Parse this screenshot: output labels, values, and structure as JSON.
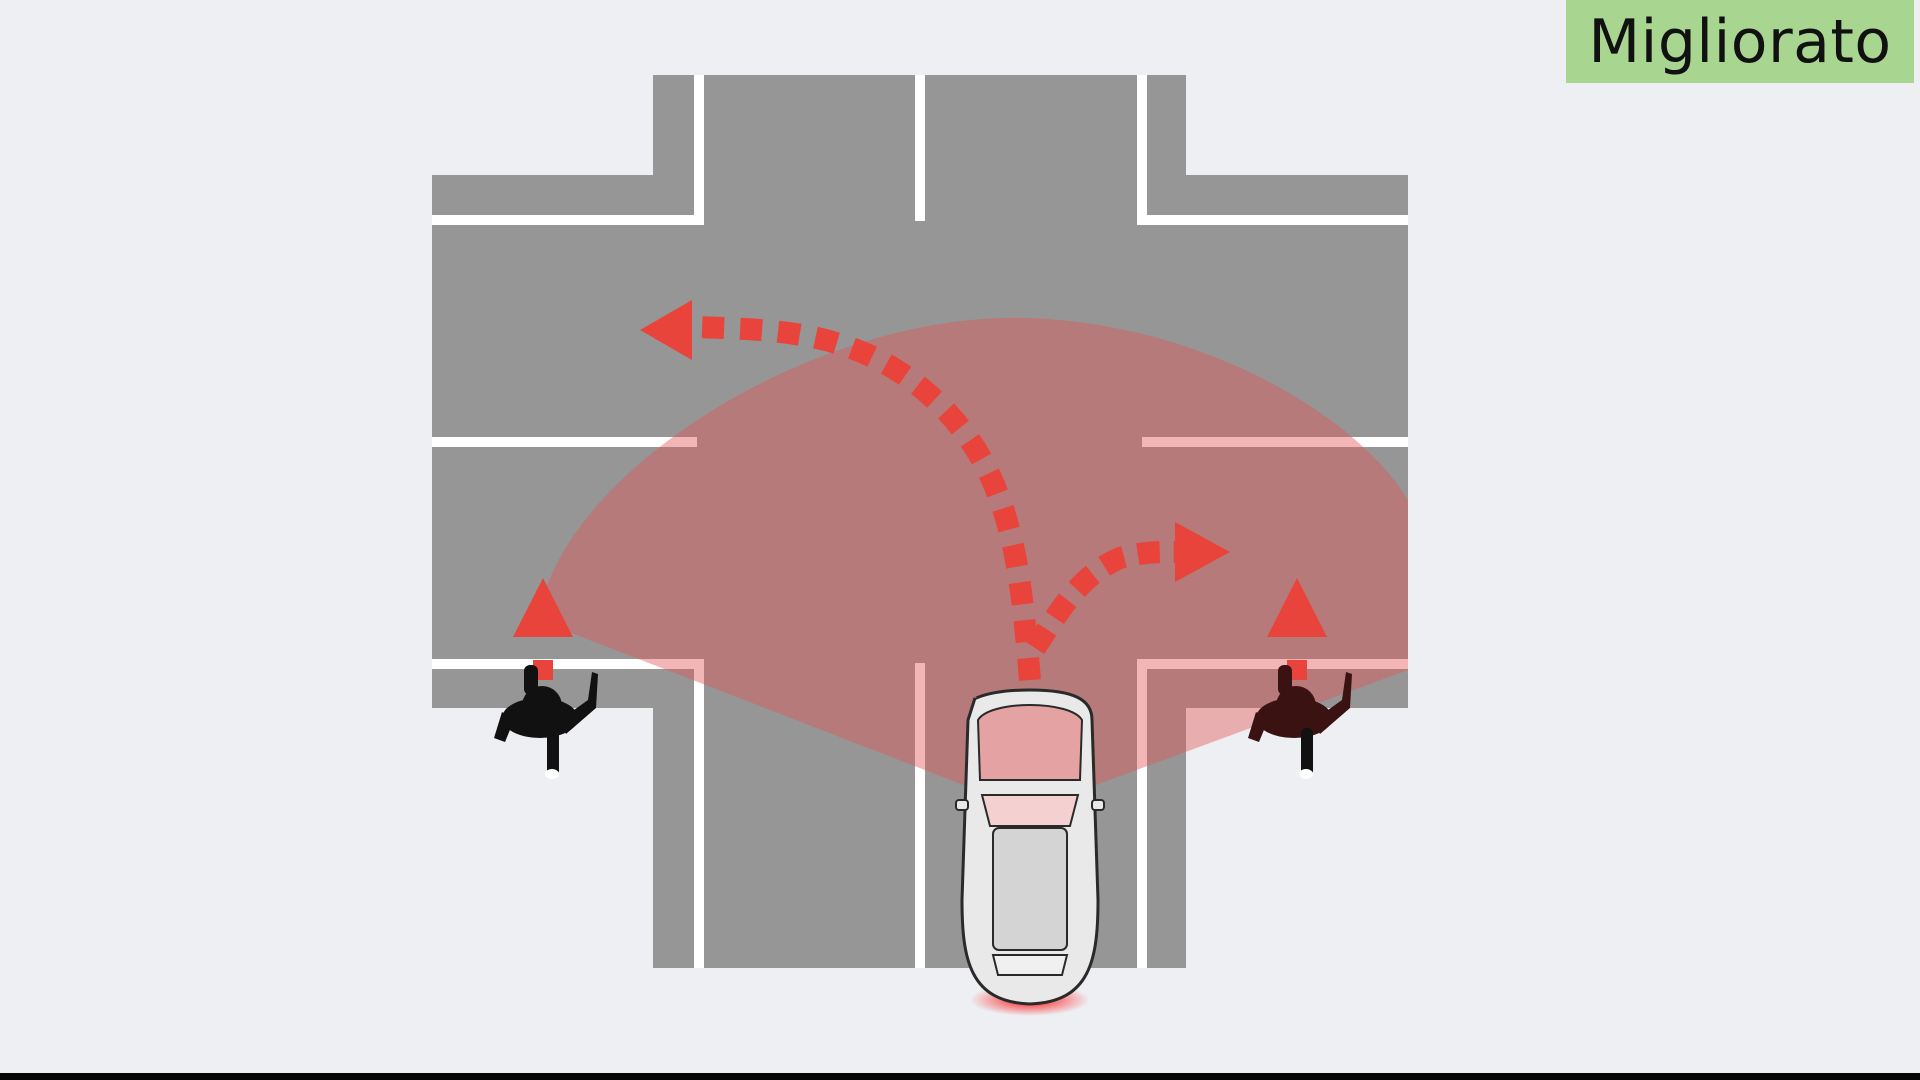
{
  "label": {
    "text": "Migliorato",
    "background_color": "#a8d590"
  },
  "colors": {
    "background": "#eeeff3",
    "road": "#969696",
    "lane_marking": "#ffffff",
    "detection_zone": "#e05555",
    "arrow": "#e8443c",
    "pedestrian": "#111111",
    "vehicle_outline": "#2a2a2a"
  },
  "scene": {
    "elements": [
      {
        "name": "intersection",
        "kind": "four-way road crossing with lane markings"
      },
      {
        "name": "vehicle",
        "kind": "car viewed from above, entering from bottom"
      },
      {
        "name": "detection-zone",
        "kind": "fan-shaped sensing area in front of vehicle"
      },
      {
        "name": "path-left-turn",
        "kind": "dotted arrow turning left"
      },
      {
        "name": "path-right-turn",
        "kind": "dotted arrow turning right"
      },
      {
        "name": "pedestrian-left",
        "kind": "person crossing, arrow pointing up"
      },
      {
        "name": "pedestrian-right",
        "kind": "person crossing, arrow pointing up"
      }
    ]
  }
}
